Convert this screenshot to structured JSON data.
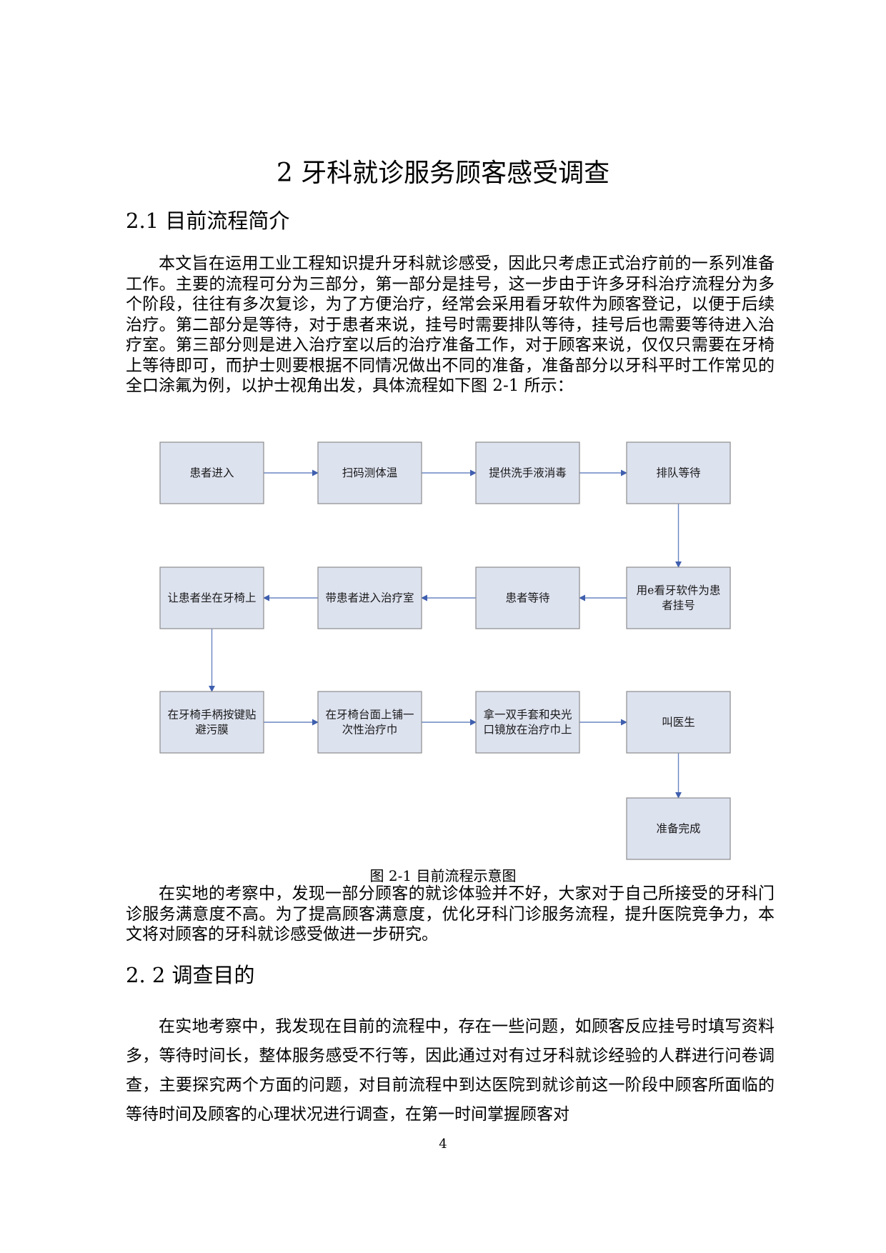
{
  "chapter_title": "2 牙科就诊服务顾客感受调查",
  "section_1": {
    "heading": "2.1 目前流程简介",
    "paragraph": "本文旨在运用工业工程知识提升牙科就诊感受，因此只考虑正式治疗前的一系列准备工作。主要的流程可分为三部分，第一部分是挂号，这一步由于许多牙科治疗流程分为多个阶段，往往有多次复诊，为了方便治疗，经常会采用看牙软件为顾客登记，以便于后续治疗。第二部分是等待，对于患者来说，挂号时需要排队等待，挂号后也需要等待进入治疗室。第三部分则是进入治疗室以后的治疗准备工作，对于顾客来说，仅仅只需要在牙椅上等待即可，而护士则要根据不同情况做出不同的准备，准备部分以牙科平时工作常见的全口涂氟为例，以护士视角出发，具体流程如下图 2-1 所示："
  },
  "flowchart": {
    "nodes": [
      {
        "id": "n1",
        "lines": [
          "患者进入"
        ]
      },
      {
        "id": "n2",
        "lines": [
          "扫码测体温"
        ]
      },
      {
        "id": "n3",
        "lines": [
          "提供洗手液消毒"
        ]
      },
      {
        "id": "n4",
        "lines": [
          "排队等待"
        ]
      },
      {
        "id": "n5",
        "lines": [
          "用e看牙软件为患",
          "者挂号"
        ]
      },
      {
        "id": "n6",
        "lines": [
          "患者等待"
        ]
      },
      {
        "id": "n7",
        "lines": [
          "带患者进入治疗室"
        ]
      },
      {
        "id": "n8",
        "lines": [
          "让患者坐在牙椅上"
        ]
      },
      {
        "id": "n9",
        "lines": [
          "在牙椅手柄按键贴",
          "避污膜"
        ]
      },
      {
        "id": "n10",
        "lines": [
          "在牙椅台面上铺一",
          "次性治疗巾"
        ]
      },
      {
        "id": "n11",
        "lines": [
          "拿一双手套和央光",
          "口镜放在治疗巾上"
        ]
      },
      {
        "id": "n12",
        "lines": [
          "叫医生"
        ]
      },
      {
        "id": "n13",
        "lines": [
          "准备完成"
        ]
      }
    ],
    "edges": [
      [
        "n1",
        "n2"
      ],
      [
        "n2",
        "n3"
      ],
      [
        "n3",
        "n4"
      ],
      [
        "n4",
        "n5"
      ],
      [
        "n5",
        "n6"
      ],
      [
        "n6",
        "n7"
      ],
      [
        "n7",
        "n8"
      ],
      [
        "n8",
        "n9"
      ],
      [
        "n9",
        "n10"
      ],
      [
        "n10",
        "n11"
      ],
      [
        "n11",
        "n12"
      ],
      [
        "n12",
        "n13"
      ]
    ]
  },
  "figure_caption": "图 2-1 目前流程示意图",
  "paragraph_after_figure": "在实地的考察中，发现一部分顾客的就诊体验并不好，大家对于自己所接受的牙科门诊服务满意度不高。为了提高顾客满意度，优化牙科门诊服务流程，提升医院竞争力，本文将对顾客的牙科就诊感受做进一步研究。",
  "section_2": {
    "heading": "2. 2  调查目的",
    "paragraph": "在实地考察中，我发现在目前的流程中，存在一些问题，如顾客反应挂号时填写资料多，等待时间长，整体服务感受不行等，因此通过对有过牙科就诊经验的人群进行问卷调查，主要探究两个方面的问题，对目前流程中到达医院到就诊前这一阶段中顾客所面临的等待时间及顾客的心理状况进行调查，在第一时间掌握顾客对"
  },
  "page_number": "4"
}
